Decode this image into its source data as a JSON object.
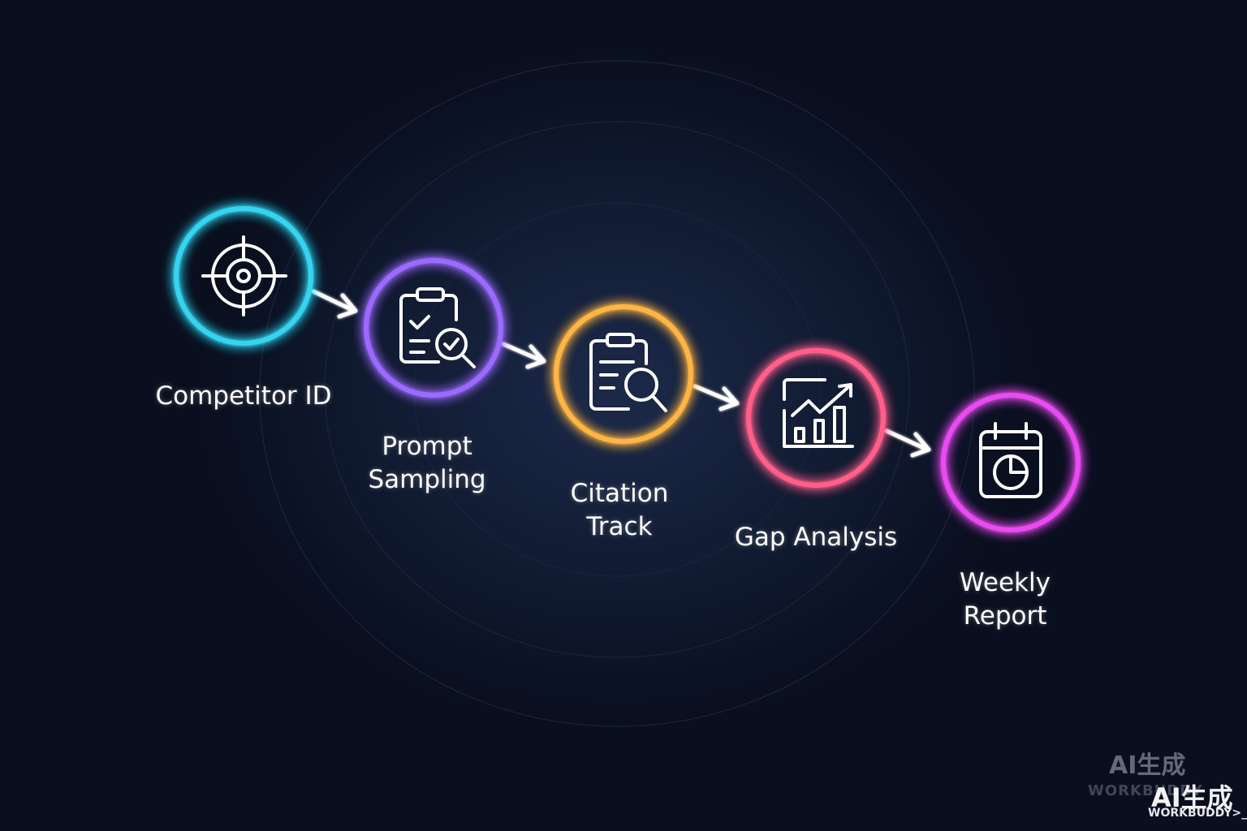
{
  "steps": [
    {
      "label_lines": [
        "Competitor ID"
      ],
      "icon": "target-crosshair-icon",
      "color": "#35d4f0"
    },
    {
      "label_lines": [
        "Prompt",
        "Sampling"
      ],
      "icon": "clipboard-check-search-icon",
      "color": "#9b6bff"
    },
    {
      "label_lines": [
        "Citation",
        "Track"
      ],
      "icon": "clipboard-search-icon",
      "color": "#ffb545"
    },
    {
      "label_lines": [
        "Gap Analysis"
      ],
      "icon": "bar-chart-trend-icon",
      "color": "#ff5e8a"
    },
    {
      "label_lines": [
        "Weekly",
        "Report"
      ],
      "icon": "calendar-pie-chart-icon",
      "color": "#e84bf0"
    }
  ],
  "watermarks": {
    "primary": "AI生成",
    "primary_sub": "WORKBUDDY",
    "secondary": "AI生成",
    "secondary_sub": "WORKBUDDY>_"
  },
  "colors": {
    "background": "#0b1224",
    "rings": "#2a3550",
    "arrow": "#ffffff"
  }
}
